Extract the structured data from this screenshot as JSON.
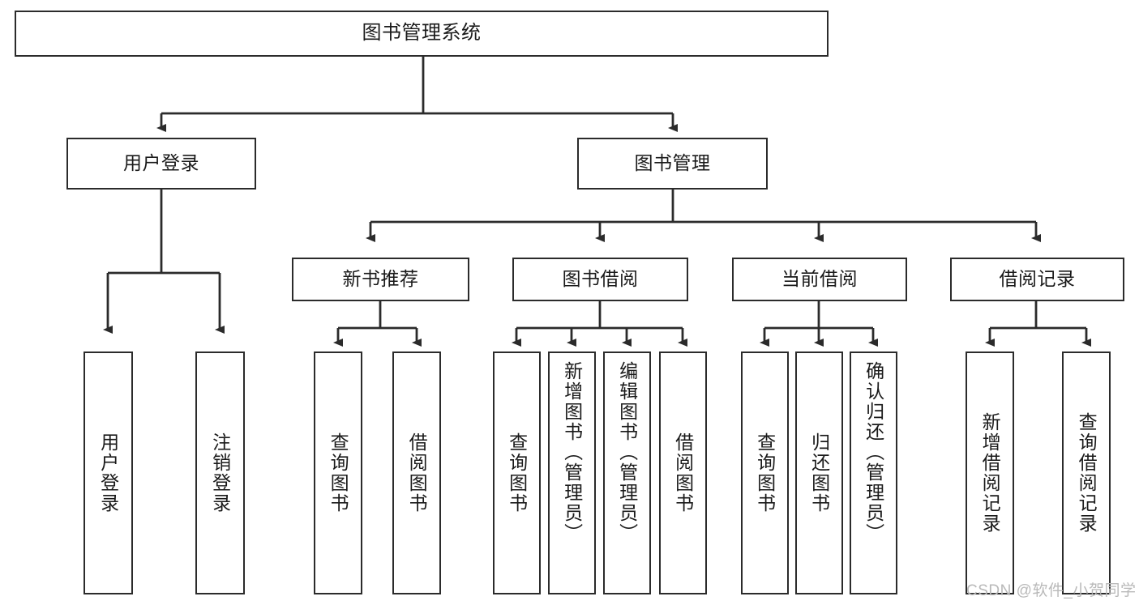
{
  "diagram": {
    "title": "图书管理系统",
    "levels": {
      "root": {
        "label": "图书管理系统"
      },
      "level2": [
        {
          "label": "用户登录"
        },
        {
          "label": "图书管理"
        }
      ],
      "level3": [
        {
          "label": "新书推荐"
        },
        {
          "label": "图书借阅"
        },
        {
          "label": "当前借阅"
        },
        {
          "label": "借阅记录"
        }
      ],
      "leaves": {
        "user_login": [
          {
            "label": "用户登录"
          },
          {
            "label": "注销登录"
          }
        ],
        "new_book_recommend": [
          {
            "label": "查询图书"
          },
          {
            "label": "借阅图书"
          }
        ],
        "book_borrow": [
          {
            "label": "查询图书"
          },
          {
            "label": "新增图书（管理员）"
          },
          {
            "label": "编辑图书（管理员）"
          },
          {
            "label": "借阅图书"
          }
        ],
        "current_borrow": [
          {
            "label": "查询图书"
          },
          {
            "label": "归还图书"
          },
          {
            "label": "确认归还（管理员）"
          }
        ],
        "borrow_record": [
          {
            "label": "新增借阅记录"
          },
          {
            "label": "查询借阅记录"
          }
        ]
      }
    },
    "watermark": "CSDN @软件_小贺同学",
    "colors": {
      "stroke": "#2b2b2b",
      "fill": "#ffffff",
      "text": "#1a1a1a",
      "watermark": "#b9b9b9"
    }
  }
}
